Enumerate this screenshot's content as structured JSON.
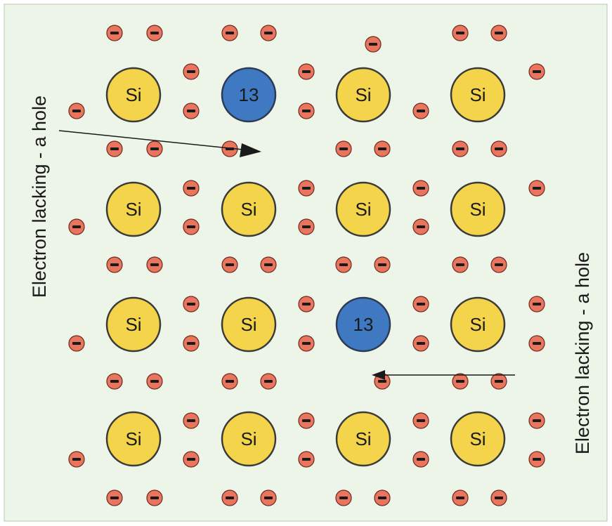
{
  "diagram": {
    "atoms": [
      {
        "label": "Si",
        "kind": "silicon",
        "row": 0,
        "col": 0
      },
      {
        "label": "13",
        "kind": "dopant",
        "row": 0,
        "col": 1
      },
      {
        "label": "Si",
        "kind": "silicon",
        "row": 0,
        "col": 2
      },
      {
        "label": "Si",
        "kind": "silicon",
        "row": 0,
        "col": 3
      },
      {
        "label": "Si",
        "kind": "silicon",
        "row": 1,
        "col": 0
      },
      {
        "label": "Si",
        "kind": "silicon",
        "row": 1,
        "col": 1
      },
      {
        "label": "Si",
        "kind": "silicon",
        "row": 1,
        "col": 2
      },
      {
        "label": "Si",
        "kind": "silicon",
        "row": 1,
        "col": 3
      },
      {
        "label": "Si",
        "kind": "silicon",
        "row": 2,
        "col": 0
      },
      {
        "label": "Si",
        "kind": "silicon",
        "row": 2,
        "col": 1
      },
      {
        "label": "13",
        "kind": "dopant",
        "row": 2,
        "col": 2
      },
      {
        "label": "Si",
        "kind": "silicon",
        "row": 2,
        "col": 3
      },
      {
        "label": "Si",
        "kind": "silicon",
        "row": 3,
        "col": 0
      },
      {
        "label": "Si",
        "kind": "silicon",
        "row": 3,
        "col": 1
      },
      {
        "label": "Si",
        "kind": "silicon",
        "row": 3,
        "col": 2
      },
      {
        "label": "Si",
        "kind": "silicon",
        "row": 3,
        "col": 3
      }
    ],
    "hole_labels": {
      "left": "Electron lacking - a hole",
      "right": "Electron lacking - a hole"
    },
    "colors": {
      "background": "#ecf5e8",
      "silicon": "#f4d44a",
      "dopant": "#3f79c2",
      "electron": "#e9755e"
    },
    "icons": [
      "electron-icon",
      "arrow-icon"
    ]
  }
}
